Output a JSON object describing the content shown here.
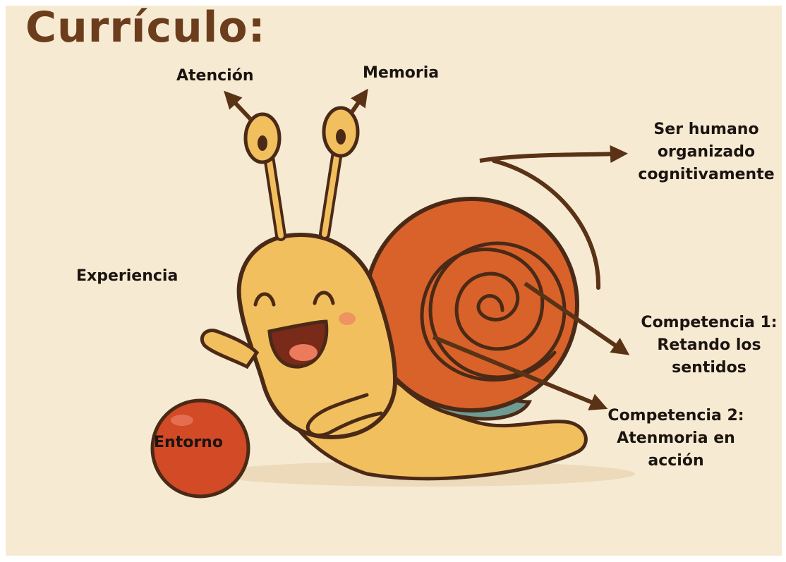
{
  "title": "Currículo:",
  "labels": {
    "atencion": "Atención",
    "memoria": "Memoria",
    "ser_humano": [
      "Ser humano",
      "organizado",
      "cognitivamente"
    ],
    "experiencia": "Experiencia",
    "competencia1": [
      "Competencia 1:",
      "Retando los",
      "sentidos"
    ],
    "competencia2": [
      "Competencia 2:",
      "Atenmoria en",
      "acción"
    ],
    "entorno": "Entorno"
  },
  "colors": {
    "background": "#f6ead2",
    "title": "#6b3d1c",
    "arrow": "#5a3216",
    "snail_body": "#f2bf5e",
    "shell": "#d9622a",
    "shell_band": "#6e9c93",
    "ball": "#d24a26",
    "outline": "#4a2a16"
  }
}
